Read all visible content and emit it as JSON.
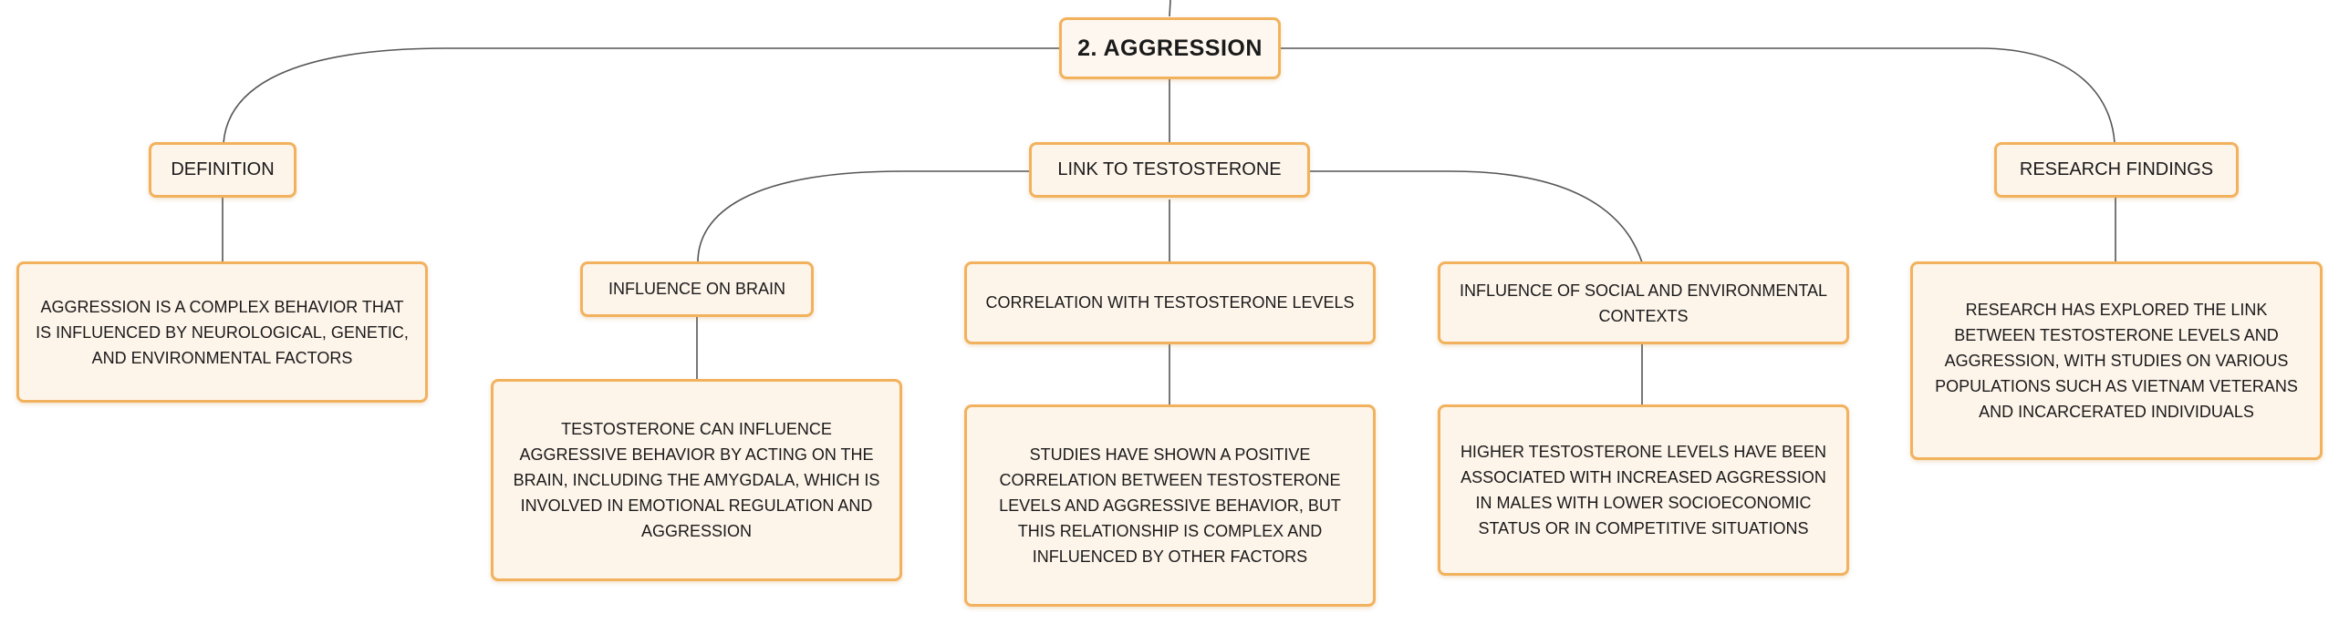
{
  "diagram": {
    "root": {
      "label": "2. AGGRESSION"
    },
    "branches": [
      {
        "id": "definition",
        "label": "DEFINITION",
        "children": [
          {
            "id": "definition-text",
            "text": "AGGRESSION IS A COMPLEX BEHAVIOR THAT IS INFLUENCED BY NEUROLOGICAL, GENETIC, AND ENVIRONMENTAL FACTORS"
          }
        ]
      },
      {
        "id": "link-to-testosterone",
        "label": "LINK TO TESTOSTERONE",
        "children": [
          {
            "id": "influence-on-brain",
            "label": "INFLUENCE ON BRAIN",
            "children": [
              {
                "id": "brain-text",
                "text": "TESTOSTERONE CAN INFLUENCE AGGRESSIVE BEHAVIOR BY ACTING ON THE BRAIN, INCLUDING THE AMYGDALA, WHICH IS INVOLVED IN EMOTIONAL REGULATION AND AGGRESSION"
              }
            ]
          },
          {
            "id": "correlation",
            "label": "CORRELATION WITH TESTOSTERONE LEVELS",
            "children": [
              {
                "id": "correlation-text",
                "text": "STUDIES HAVE SHOWN A POSITIVE CORRELATION BETWEEN TESTOSTERONE LEVELS AND AGGRESSIVE BEHAVIOR, BUT THIS RELATIONSHIP IS COMPLEX AND INFLUENCED BY OTHER FACTORS"
              }
            ]
          },
          {
            "id": "social-contexts",
            "label": "INFLUENCE OF SOCIAL AND ENVIRONMENTAL CONTEXTS",
            "children": [
              {
                "id": "social-text",
                "text": "HIGHER TESTOSTERONE LEVELS HAVE BEEN ASSOCIATED WITH INCREASED AGGRESSION IN MALES WITH LOWER SOCIOECONOMIC STATUS OR IN COMPETITIVE SITUATIONS"
              }
            ]
          }
        ]
      },
      {
        "id": "research-findings",
        "label": "RESEARCH FINDINGS",
        "children": [
          {
            "id": "research-text",
            "text": "RESEARCH HAS EXPLORED THE LINK BETWEEN TESTOSTERONE LEVELS AND AGGRESSION, WITH STUDIES ON VARIOUS POPULATIONS SUCH AS VIETNAM VETERANS AND INCARCERATED INDIVIDUALS"
          }
        ]
      }
    ]
  },
  "colors": {
    "node_border": "#f2b25d",
    "node_fill": "#fdf4ea",
    "connector": "#555555",
    "text": "#1a1a1a"
  }
}
